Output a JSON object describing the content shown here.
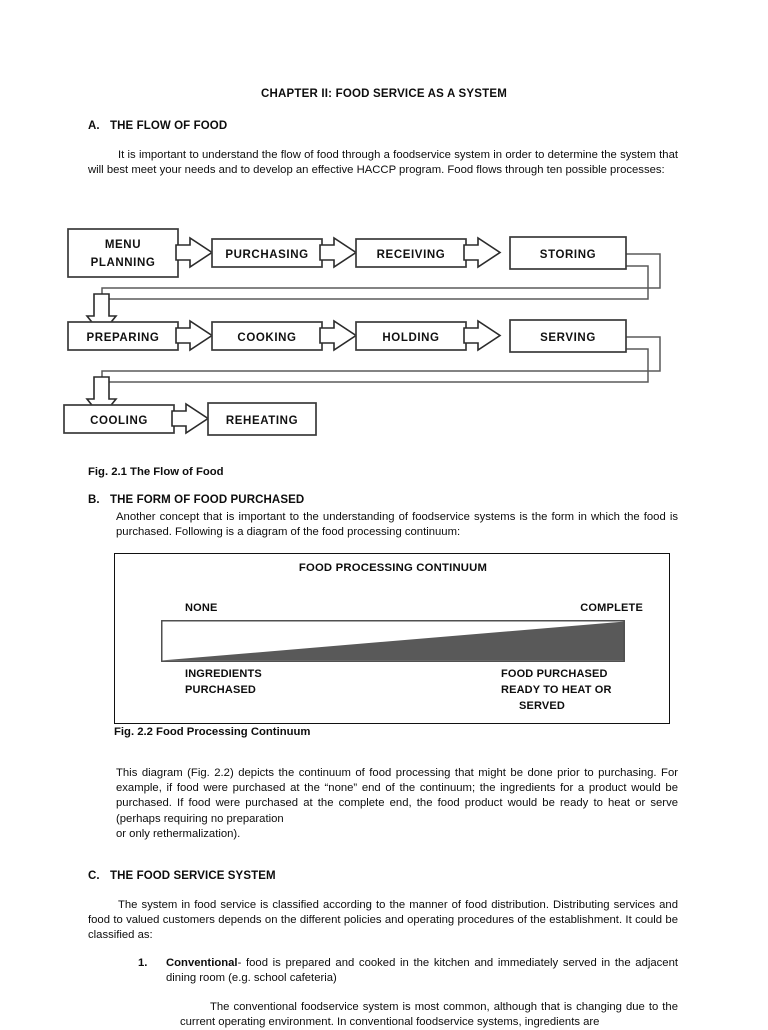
{
  "document": {
    "chapter_title": "CHAPTER II: FOOD SERVICE AS A SYSTEM",
    "sections": {
      "a": {
        "letter": "A.",
        "heading": "THE FLOW OF FOOD",
        "body": "It is important to understand the flow of food through a foodservice system in order to determine the system that will best meet your needs and to develop an effective HACCP program.  Food flows through ten possible processes:"
      },
      "b": {
        "letter": "B.",
        "heading": "THE FORM OF FOOD PURCHASED",
        "body": "Another concept that is important to the understanding of foodservice systems is the form in which the food is purchased.  Following is a diagram of the food processing continuum:",
        "discussion": "This diagram (Fig. 2.2) depicts the continuum of food processing that might be done prior to purchasing.  For example, if food were purchased at the “none” end of the continuum; the ingredients for a product would be purchased.  If food were purchased at the complete end, the food product would be ready to heat or serve (perhaps requiring no preparation",
        "discussion_tail": "or only rethermalization)."
      },
      "c": {
        "letter": "C.",
        "heading": "THE FOOD SERVICE SYSTEM",
        "body": "The system in food service is classified according to the manner of food distribution. Distributing services and food to valued customers depends on the different policies and operating procedures of the establishment. It could be classified as:",
        "items": [
          {
            "number": "1.",
            "term": "Conventional",
            "text": "- food is prepared and cooked in the kitchen and immediately served in the adjacent dining room (e.g. school cafeteria)",
            "followup": "The conventional foodservice system is most common, although that is changing due to the current operating environment.  In conventional foodservice systems, ingredients are"
          }
        ]
      }
    },
    "figures": {
      "fig21": {
        "caption": "Fig. 2.1 The Flow of Food",
        "type": "flowchart",
        "process_count": 10,
        "rows": [
          [
            "MENU PLANNING",
            "PURCHASING",
            "RECEIVING",
            "STORING"
          ],
          [
            "PREPARING",
            "COOKING",
            "HOLDING",
            "SERVING"
          ],
          [
            "COOLING",
            "REHEATING"
          ]
        ],
        "nodes": [
          {
            "id": "menu-planning",
            "label_line1": "MENU",
            "label_line2": "PLANNING"
          },
          {
            "id": "purchasing",
            "label_line1": "PURCHASING",
            "label_line2": ""
          },
          {
            "id": "receiving",
            "label_line1": "RECEIVING",
            "label_line2": ""
          },
          {
            "id": "storing",
            "label_line1": "STORING",
            "label_line2": ""
          },
          {
            "id": "preparing",
            "label_line1": "PREPARING",
            "label_line2": ""
          },
          {
            "id": "cooking",
            "label_line1": "COOKING",
            "label_line2": ""
          },
          {
            "id": "holding",
            "label_line1": "HOLDING",
            "label_line2": ""
          },
          {
            "id": "serving",
            "label_line1": "SERVING",
            "label_line2": ""
          },
          {
            "id": "cooling",
            "label_line1": "COOLING",
            "label_line2": ""
          },
          {
            "id": "reheating",
            "label_line1": "REHEATING",
            "label_line2": ""
          }
        ],
        "line_color": "#4a4a4a",
        "fill_color": "#ffffff"
      },
      "fig22": {
        "caption": "Fig. 2.2 Food Processing Continuum",
        "title": "FOOD PROCESSING CONTINUUM",
        "left_end": "NONE",
        "right_end": "COMPLETE",
        "left_label_line1": "INGREDIENTS",
        "left_label_line2": "PURCHASED",
        "right_label_line1": "FOOD PURCHASED",
        "right_label_line2": "READY TO HEAT OR",
        "right_label_line3": "SERVED",
        "wedge_color": "#595959",
        "border_color": "#111111"
      }
    }
  }
}
